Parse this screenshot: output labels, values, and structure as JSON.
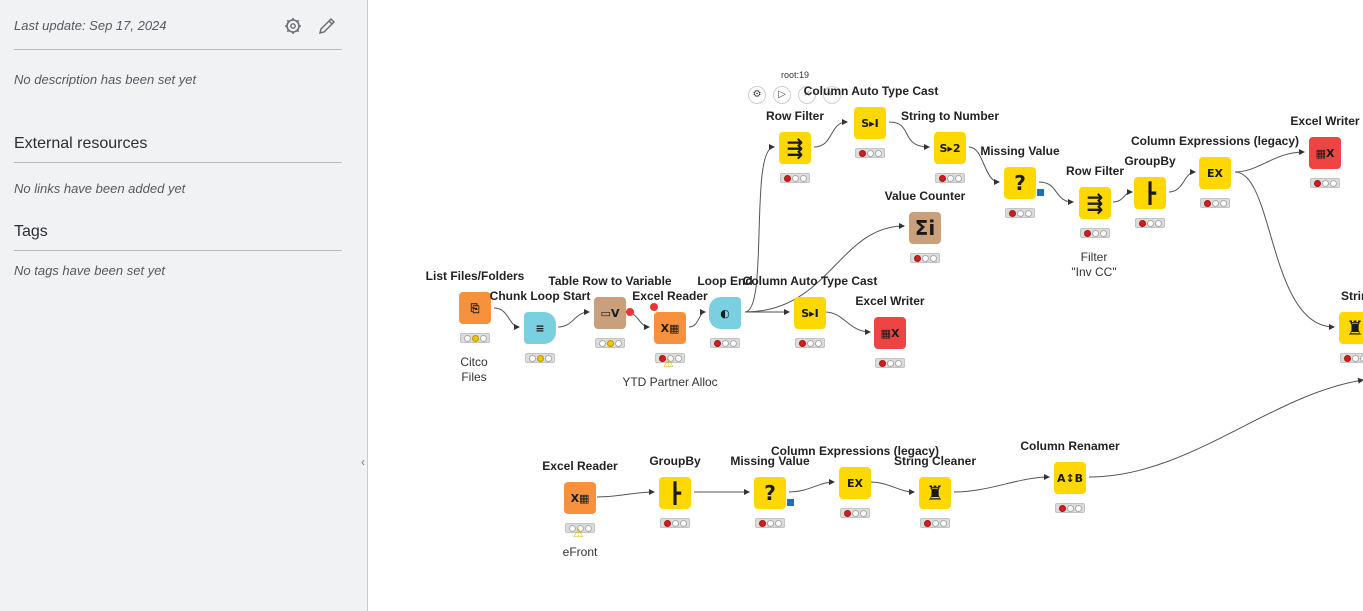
{
  "sidebar": {
    "last_update": "Last update: Sep 17, 2024",
    "description": "No description has been set yet",
    "external_resources_title": "External resources",
    "external_resources_empty": "No links have been added yet",
    "tags_title": "Tags",
    "tags_empty": "No tags have been set yet",
    "icons": [
      "gear-icon",
      "pencil-icon"
    ],
    "collapse_icon": "‹"
  },
  "workflow": {
    "root_label": "root:19",
    "toolbar_icons": [
      "gear-icon",
      "play-icon",
      "cancel-icon",
      "reset-icon"
    ],
    "colors": {
      "manipulator": "#ffd800",
      "source": "#f7913d",
      "sink": "#ee4444",
      "other": "#caa07c",
      "loop": "#7ad0e0",
      "status_red": "#d01e1e",
      "status_yellow": "#f2c600"
    },
    "nodes": [
      {
        "title": "List Files/Folders",
        "label": "Citco\nFiles",
        "glyph": "⎘",
        "status": "yellow"
      },
      {
        "title": "Chunk Loop Start",
        "label": "",
        "glyph": "≡",
        "status": "yellow"
      },
      {
        "title": "Table Row to Variable",
        "label": "",
        "glyph": "▭V",
        "status": "yellow"
      },
      {
        "title": "Excel Reader",
        "label": "YTD Partner Alloc",
        "glyph": "X▦",
        "status": "red"
      },
      {
        "title": "Loop End",
        "label": "",
        "glyph": "◐",
        "status": "red"
      },
      {
        "title": "Column Auto Type Cast",
        "label": "",
        "glyph": "S▸I",
        "status": "red"
      },
      {
        "title": "Excel Writer",
        "label": "",
        "glyph": "▦X",
        "status": "red"
      },
      {
        "title": "Row Filter",
        "label": "",
        "glyph": "⇶",
        "status": "red"
      },
      {
        "title": "Column Auto Type Cast",
        "label": "",
        "glyph": "S▸I",
        "status": "red"
      },
      {
        "title": "String to Number",
        "label": "",
        "glyph": "S▸2",
        "status": "red"
      },
      {
        "title": "Missing Value",
        "label": "",
        "glyph": "?",
        "status": "red"
      },
      {
        "title": "Value Counter",
        "label": "",
        "glyph": "Σi",
        "status": "red"
      },
      {
        "title": "Row Filter",
        "label": "Filter\n\"Inv CC\"",
        "glyph": "⇶",
        "status": "red"
      },
      {
        "title": "GroupBy",
        "label": "",
        "glyph": "┣",
        "status": "red"
      },
      {
        "title": "Column Expressions (legacy)",
        "label": "",
        "glyph": "EX",
        "status": "red"
      },
      {
        "title": "Excel Writer",
        "label": "",
        "glyph": "▦X",
        "status": "red"
      },
      {
        "title": "String Cl",
        "label": "",
        "glyph": "♜",
        "status": "red"
      },
      {
        "title": "Excel Reader",
        "label": "eFront",
        "glyph": "X▦",
        "status": "red"
      },
      {
        "title": "GroupBy",
        "label": "",
        "glyph": "┣",
        "status": "red"
      },
      {
        "title": "Missing Value",
        "label": "",
        "glyph": "?",
        "status": "red"
      },
      {
        "title": "Column Expressions (legacy)",
        "label": "",
        "glyph": "EX",
        "status": "red"
      },
      {
        "title": "String Cleaner",
        "label": "",
        "glyph": "♜",
        "status": "red"
      },
      {
        "title": "Column Renamer",
        "label": "",
        "glyph": "A↕B",
        "status": "red"
      }
    ]
  }
}
